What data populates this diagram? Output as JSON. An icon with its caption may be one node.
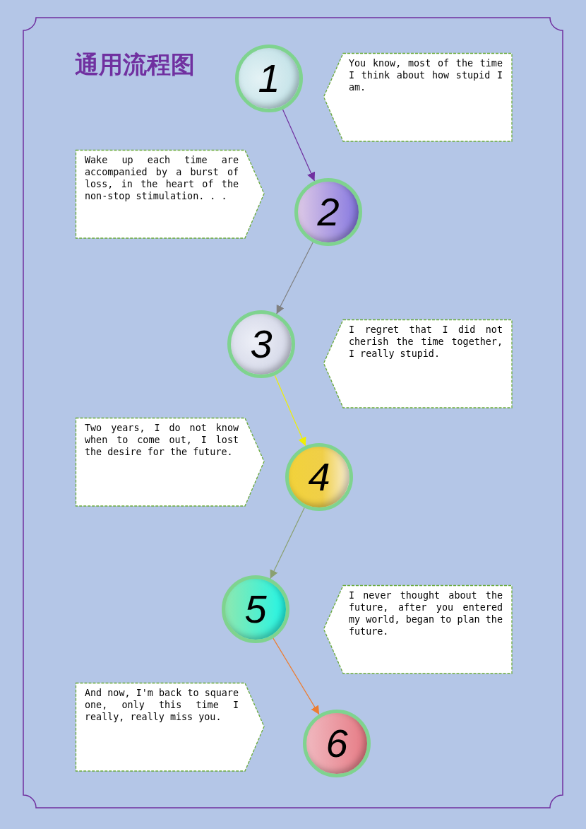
{
  "diagram": {
    "title": "通用流程图",
    "nodes": [
      {
        "text": [
          "1"
        ]
      },
      {
        "text": [
          "You know, most of the time I think about how stupid I am."
        ]
      },
      {
        "text": [
          "Wake up each time are accompanied by a burst of loss, in the heart of the non-stop stimulation. . ."
        ]
      },
      {
        "text": [
          "2"
        ]
      },
      {
        "text": [
          "3"
        ]
      },
      {
        "text": [
          "I regret that I did not cherish the time together, I really stupid."
        ]
      },
      {
        "text": [
          "Two years, I do not know when to come out, I lost the desire for the future."
        ]
      },
      {
        "text": [
          "4"
        ]
      },
      {
        "text": [
          "5"
        ]
      },
      {
        "text": [
          "I never thought about the future, after you entered my world, began to plan the future."
        ]
      },
      {
        "text": [
          "And now, I'm back to square one, only this time I really, really miss you."
        ]
      },
      {
        "text": [
          "6"
        ]
      }
    ],
    "edges": [
      {
        "from": 0,
        "to": 3,
        "arrow": "to",
        "color": "#7030a0"
      },
      {
        "from": 3,
        "to": 4,
        "arrow": "to",
        "color": "#808080"
      },
      {
        "from": 4,
        "to": 7,
        "arrow": "to",
        "color": "#f0f000"
      },
      {
        "from": 7,
        "to": 8,
        "arrow": "to",
        "color": "#8aa070"
      },
      {
        "from": 8,
        "to": 11,
        "arrow": "to",
        "color": "#ed7d31"
      }
    ]
  }
}
